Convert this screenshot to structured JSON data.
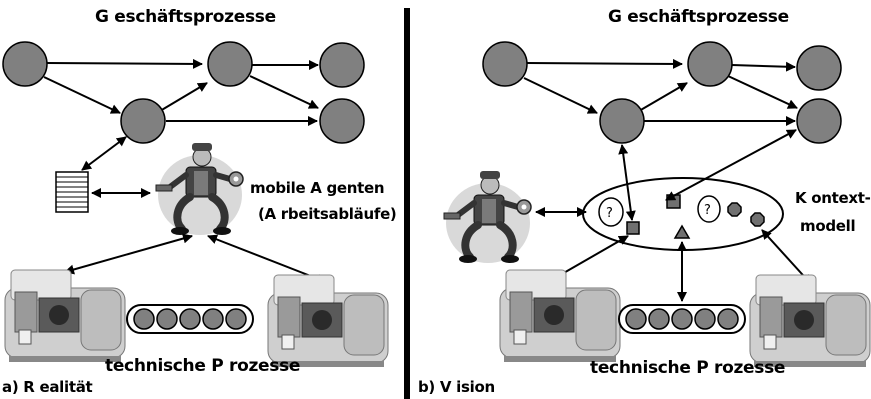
{
  "left_panel": {
    "title": "G eschäftsprozesse",
    "agent_line1": "mobile  A genten",
    "agent_line2": "(A rbeitsabläufe)",
    "bottom_label": "technische P rozesse",
    "caption": "a) R ealität"
  },
  "right_panel": {
    "title": "G eschäftsprozesse",
    "context_line1": "K ontext-",
    "context_line2": "modell",
    "bottom_label": "technische P rozesse",
    "caption": "b) V ision",
    "question_mark": "?"
  },
  "colors": {
    "node_fill": "#808080",
    "node_stroke": "#000000",
    "lathe_body": "#cfcfcf",
    "agent_shadow": "#d9d9d9"
  },
  "icons": [
    "worker-agent-icon",
    "lathe-machine-icon",
    "list-queue-icon",
    "square-marker-icon",
    "triangle-marker-icon",
    "octagon-marker-icon"
  ]
}
